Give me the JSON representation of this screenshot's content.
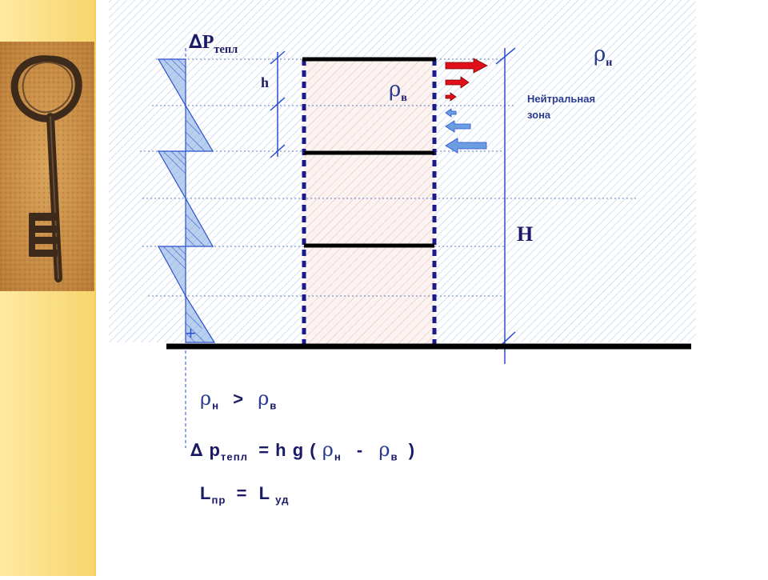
{
  "labels": {
    "delta_p_sym": "∆",
    "p_teplo_main": "P",
    "p_teplo_sub": "тепл",
    "h": "h",
    "rho_sym": "ρ",
    "rho_v_sub": "в",
    "rho_n_sub": "н",
    "neutral_zone_line1": "Нейтральная",
    "neutral_zone_line2": "зона",
    "H": "H",
    "plus": "+"
  },
  "formulas": {
    "ineq_gt": ">",
    "f2_lhs": "p",
    "f2_lhs_sub": "тепл",
    "f2_eq": "= h g (",
    "f2_minus": "-",
    "f2_close": ")",
    "f3_L": "L",
    "f3_sub1": "пр",
    "f3_eq": "=  L",
    "f3_sub2": "уд"
  },
  "colors": {
    "sidebar": "#fbe38d",
    "sidebar_edge": "#f4cf5e",
    "hatch": "#a9c4e8",
    "room_hatch": "#e8b9b0",
    "wall_blue": "#1a1a8c",
    "dim_line": "#2b4fd0",
    "arrow_red": "#e0101a",
    "arrow_blue": "#6a9ee0",
    "triangle_fill": "#7fa8e0"
  },
  "icons": [
    "key-icon"
  ]
}
